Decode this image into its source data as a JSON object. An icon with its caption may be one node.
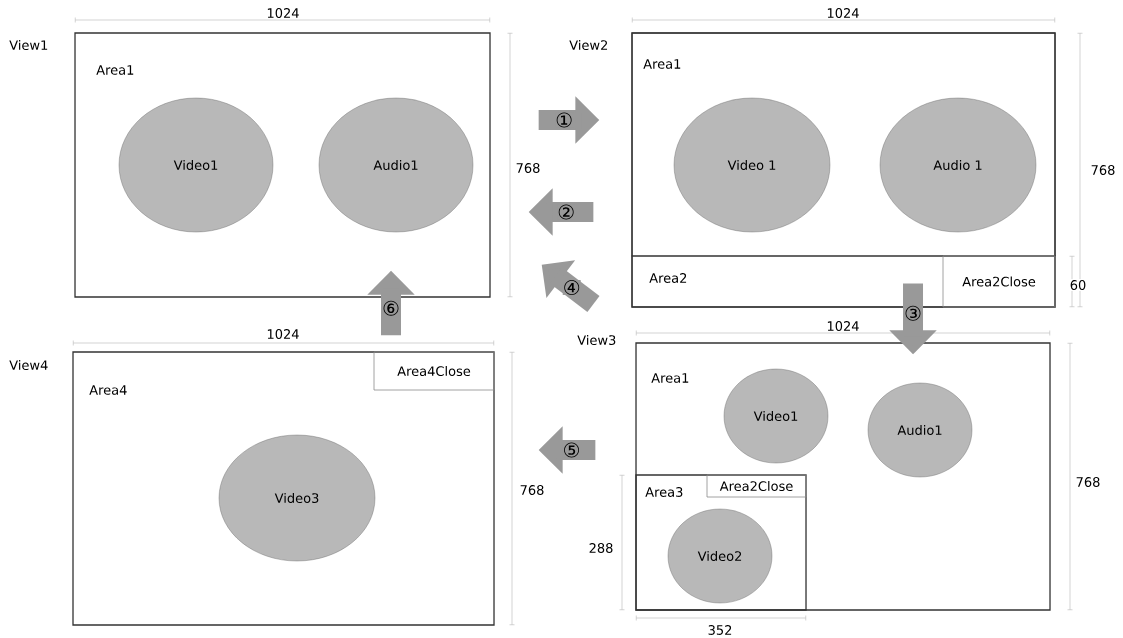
{
  "diagram": {
    "nodes": [
      {
        "text": [
          "View1",
          "Area1"
        ]
      },
      {
        "text": [
          "Video1"
        ],
        "in": 0
      },
      {
        "text": [
          "Audio1"
        ],
        "in": 0
      },
      {
        "text": [
          "View2"
        ]
      },
      {
        "text": [
          "Area1"
        ],
        "in": 3
      },
      {
        "text": [
          "Video 1"
        ],
        "in": 4
      },
      {
        "text": [
          "Audio 1"
        ],
        "in": 4
      },
      {
        "text": [
          "Area2"
        ],
        "in": 3
      },
      {
        "text": [
          "Area2Close"
        ],
        "in": 7
      },
      {
        "text": [
          "View3",
          "Area1"
        ]
      },
      {
        "text": [
          "Video1"
        ],
        "in": 9
      },
      {
        "text": [
          "Audio1"
        ],
        "in": 9
      },
      {
        "text": [
          "Area3"
        ],
        "in": 9
      },
      {
        "text": [
          "Area2Close"
        ],
        "in": 12
      },
      {
        "text": [
          "Video2"
        ],
        "in": 12
      },
      {
        "text": [
          "View4",
          "Area4"
        ]
      },
      {
        "text": [
          "Area4Close"
        ],
        "in": 15
      },
      {
        "text": [
          "Video3"
        ],
        "in": 15
      }
    ],
    "edges": [
      {
        "from": 0,
        "to": 3,
        "arrow": "to",
        "label": "①"
      },
      {
        "from": 3,
        "to": 0,
        "arrow": "to",
        "label": "②"
      },
      {
        "from": 7,
        "to": 9,
        "arrow": "to",
        "label": "③"
      },
      {
        "from": 7,
        "to": 0,
        "arrow": "to",
        "label": "④"
      },
      {
        "from": 9,
        "to": 15,
        "arrow": "to",
        "label": "⑤"
      },
      {
        "from": 15,
        "to": 0,
        "arrow": "to",
        "label": "⑥"
      }
    ],
    "labels": [
      "1024",
      "1024",
      "768",
      "768",
      "60",
      "1024",
      "1024",
      "768",
      "768",
      "288",
      "352"
    ]
  }
}
